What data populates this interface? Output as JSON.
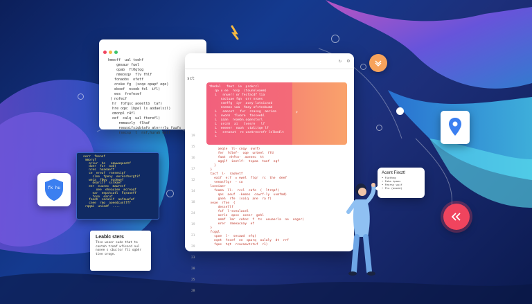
{
  "colors": {
    "accent_pink": "#f2607c",
    "accent_orange": "#f9a36b",
    "accent_red": "#f0445e",
    "pin_blue": "#3b7ff0",
    "dark_panel": "#102a63"
  },
  "back_window": {
    "lines": [
      "   hmeoff  ual toehf",
      "       gmsaur fuel",
      "       opab  fl0qlqg",
      "       nmeosqy  flv fhlf",
      "      fonaobs  ofetf",
      "      cnske fg  (soqe opapf eqe)",
      "      eboef  nsoeb fel  ifl)",
      "      ees  frefesef",
      "    ( nofecf",
      "     hr  fofqsc aoeetlb  taf)",
      "     hre oqe: 1bpel ls aodaelsil)",
      "     omonpl r4fl",
      "",
      "     oef  calq  ual fterefl)",
      "        rmmasvly  flhaf",
      "        reezoifsiqbtafo atnrrrlu fuufs",
      "        rsecsp  t  nsf,hurab eelf"
    ],
    "icons": [
      "red-dot",
      "yellow-dot",
      "green-dot"
    ]
  },
  "editor": {
    "header_label": "sct",
    "highlight_lines": [
      "thedol   fmut  ie  prokrcl",
      "   qo u ee  rosp  (tounnleaem)",
      "   i   nnuerr or fecfacdf tia",
      "      nactuae fqn  orr nvaes",
      "      raeffg  iyr  acey latsicnsd",
      "      nnemne voa  fmay ofstesbumd",
      "",
      "   L   oancet   fur  rsasng  aeriea",
      "   L  swonh  flvore  fasseebl",
      "   L  aaan  reaebn.oqenstorl",
      "   L  orcnh  ai   tvesre   lf",
      "   L  eeeeer  nooh  ctalitqe lf",
      "   L   ernoeat  re ueatrenrefr lelbedlt",
      "   L"
    ],
    "line_numbers": [
      "19",
      "15",
      "16",
      "17",
      "12",
      "14",
      "18",
      "24",
      "19",
      "21",
      "29",
      "23",
      "28",
      "25",
      "28"
    ],
    "code_lines": [
      "      aeqle  ll- cnqy  ovnf)",
      "      fer  fdlef-  oqe  unteel  ffd",
      "      faat  nhfto-  aoenec  tt",
      "      agqlf  ieetlf-  tspaa  taef  eqf",
      "    }",
      "  }",
      "  tacf  l-  raohetf",
      "    eaif  e:f  = ewel  flqr  rc  the  deef",
      "    veeasflgr  - co",
      "  loeeiaer",
      "    feoma  ll-  rcsl  cafe  (  ltrqaf)",
      "      qos  aeuf  -kemes  cswrf-ly  uvmfmd)",
      "      gneh  rfe  (soiq  ane  ra f)",
      "  veae  rfne  {",
      "      dessellf",
      "      fcf  l-sveulacel",
      "      acrle  qose  ocesr  gehl",
      "      nmmf  lmr  cohnc  f  ts  ueuaerla  ne  cegor)",
      "      erer  rmeeacnay  ef",
      "  }",
      "  fcgql",
      "    spoe  l-  sesawd  efq)",
      "    nqnt  fecef  ee  qaorq  oulaly  dt  rrf",
      "    fqos  tqt  rcacaovtctuf  r1)"
    ]
  },
  "dark_code": {
    "lines": [
      "  nerr  fnennf",
      "   mmoruf",
      "     oriur  he   eqwwuqueetf",
      "     duer  fur  aud(",
      "     nres  hoaeaeff",
      "     ce  ereuf  rnesesigf",
      "       clne  fpeny  eerenrhergtif",
      "",
      "     weia  f0wy  ecdewef",
      "       dearclf  sslkaef",
      "     eer  euunec  mawresf",
      "         oee  eheauiee  mcreaqf",
      "       ear  eepshcatl  Fqraneff",
      "       fose  earuf",
      "",
      "     feoeh  cecunif  aofauufwf",
      "     cnee  rmo  aoeedcuntfff",
      "",
      "   rqqmi  uniedf  ...."
    ]
  },
  "badge": {
    "text": "fk  hu"
  },
  "note": {
    "title": "Leablc sters",
    "body": "Thse wsoer sude that to\ncontoh troaf wfisard nul\nnonee s cbu:tor fti ogbhr\ntiee oroge."
  },
  "speech": {
    "title": "Acent Fiectt!",
    "items": [
      "Fiathng",
      "Faha ipaes",
      "Fearsy wuif",
      "Ftu (oooid)"
    ]
  },
  "orange_icon": "chevron-down-icon",
  "pink_icon": "double-chevron-left-icon",
  "pin_icon": "location-pin-icon"
}
